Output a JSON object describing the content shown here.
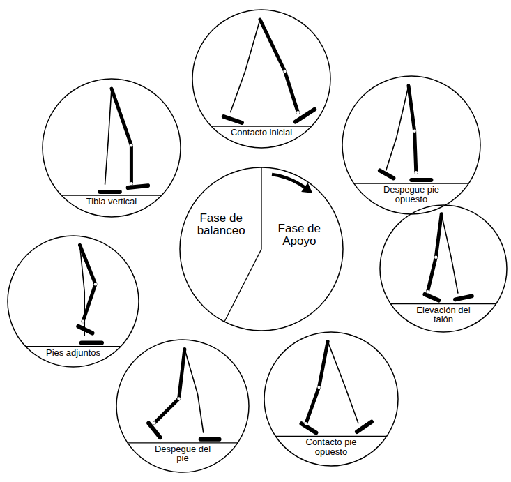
{
  "diagram": {
    "nodes": [
      {
        "text": [
          "Contacto inicial"
        ]
      },
      {
        "text": [
          "Tibia vertical"
        ]
      },
      {
        "text": [
          "Despegue pie opuesto"
        ]
      },
      {
        "text": [
          "Fase de balanceo",
          "Fase de Apoyo"
        ]
      },
      {
        "text": [
          "Elevación del talón"
        ]
      },
      {
        "text": [
          "Pies adjuntos"
        ]
      },
      {
        "text": [
          "Contacto pie opuesto"
        ]
      },
      {
        "text": [
          "Despegue del pie"
        ]
      }
    ]
  }
}
